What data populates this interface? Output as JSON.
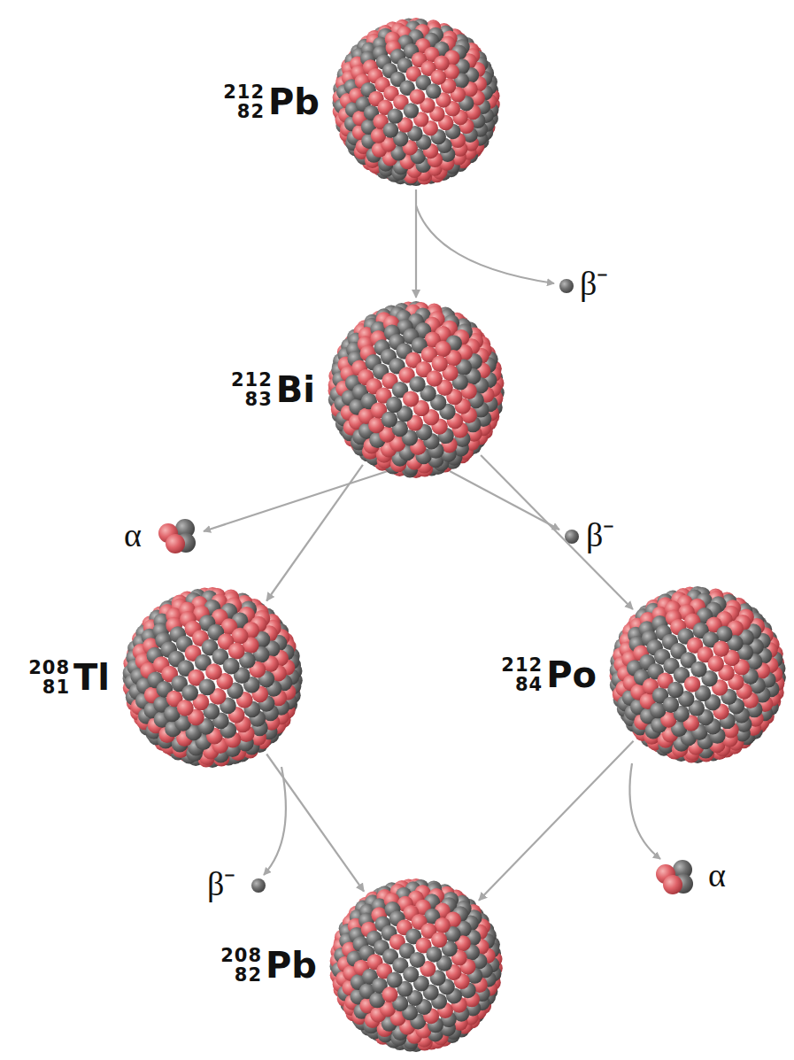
{
  "diagram": {
    "nodes": [
      {
        "text": [
          "212",
          "82",
          "Pb"
        ]
      },
      {
        "text": [
          "212",
          "83",
          "Bi"
        ]
      },
      {
        "text": [
          "208",
          "81",
          "Tl"
        ]
      },
      {
        "text": [
          "212",
          "84",
          "Po"
        ]
      },
      {
        "text": [
          "208",
          "82",
          "Pb"
        ]
      }
    ],
    "edges": [
      {
        "from": 0,
        "to": 1,
        "arrow": "to"
      },
      {
        "from": 1,
        "to": 2,
        "arrow": "to"
      },
      {
        "from": 1,
        "to": 3,
        "arrow": "to"
      },
      {
        "from": 2,
        "to": 4,
        "arrow": "to"
      },
      {
        "from": 3,
        "to": 4,
        "arrow": "to"
      }
    ],
    "labels": [
      "β⁻",
      "α",
      "β⁻",
      "β⁻",
      "α"
    ]
  }
}
